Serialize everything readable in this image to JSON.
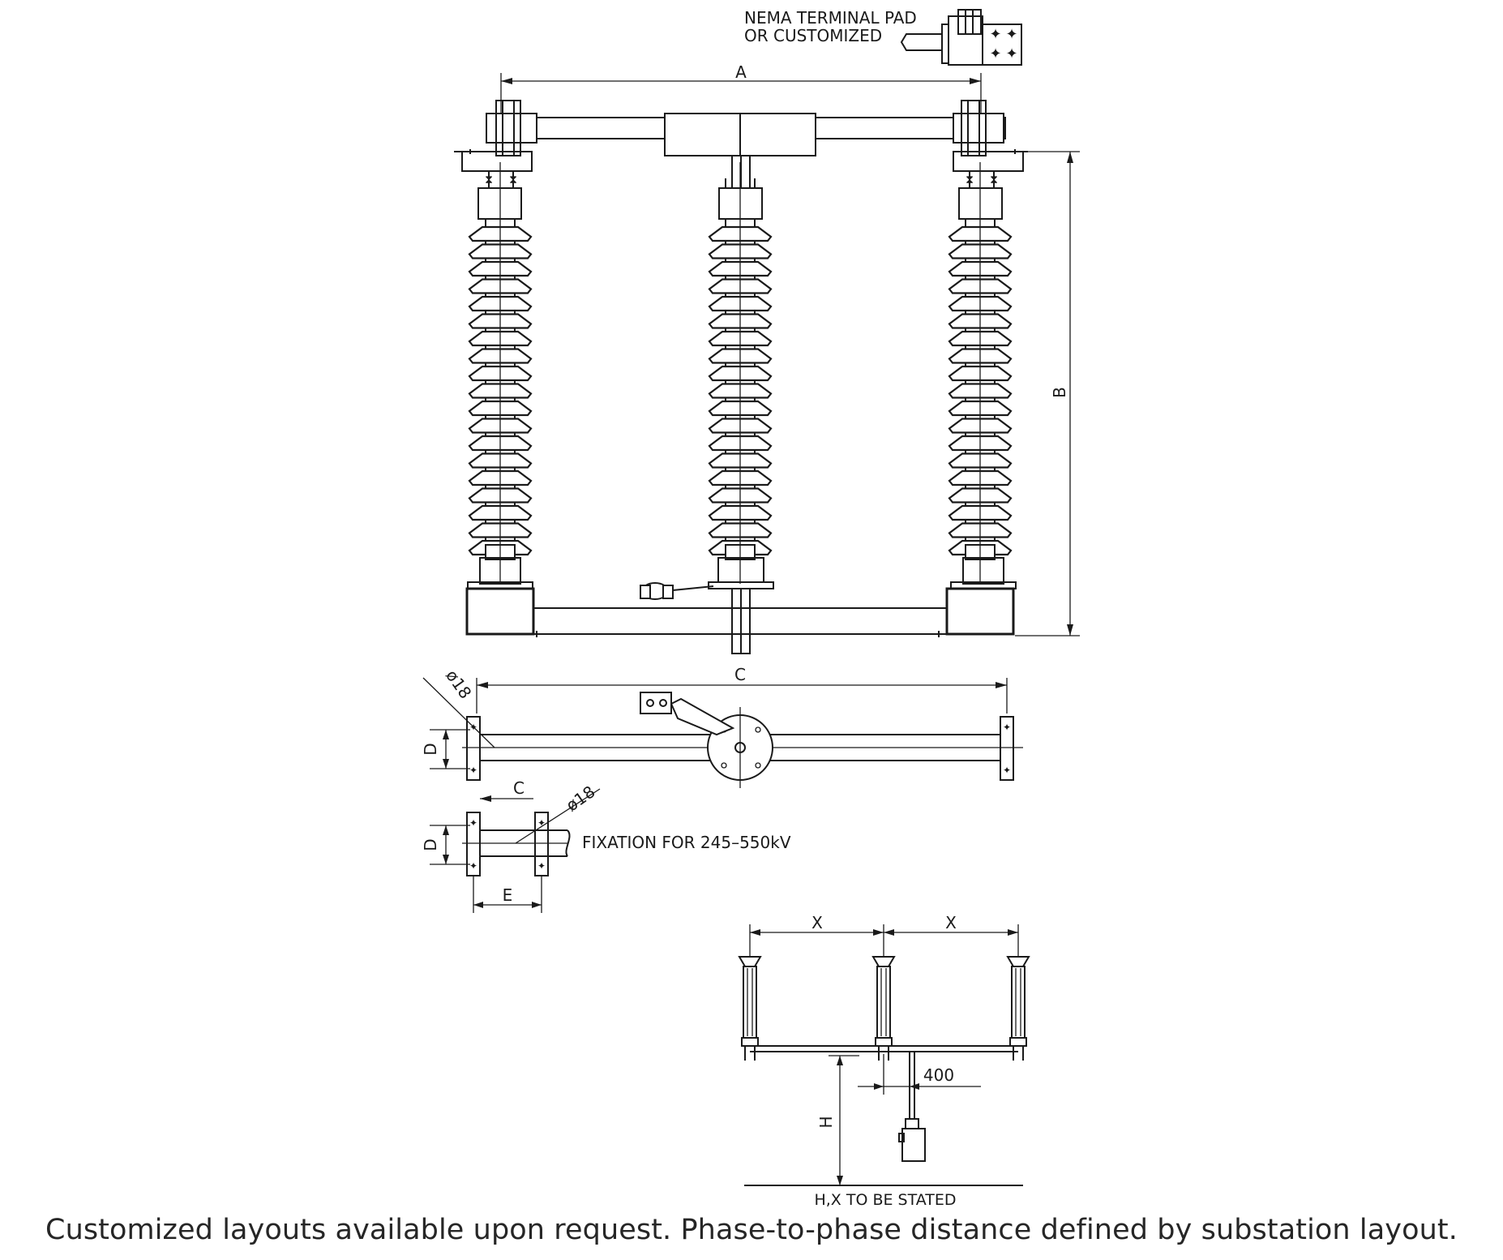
{
  "labels": {
    "nema_line1": "NEMA TERMINAL PAD",
    "nema_line2": "OR CUSTOMIZED",
    "dim_a": "A",
    "dim_b": "B",
    "dim_c": "C",
    "dim_c_small": "C",
    "dim_d_top": "D",
    "dim_d_bottom": "D",
    "dim_e": "E",
    "dia_top": "ø18",
    "dia_bottom": "ø18",
    "fixation": "FIXATION FOR 245–550kV",
    "dim_x_left": "X",
    "dim_x_right": "X",
    "dim_400": "400",
    "dim_h": "H",
    "hx_note": "H,X TO BE STATED"
  },
  "caption": "Customized layouts available upon request. Phase-to-phase distance defined by substation layout.",
  "colors": {
    "line": "#1a1a1a",
    "background": "#ffffff",
    "caption": "#262626"
  }
}
